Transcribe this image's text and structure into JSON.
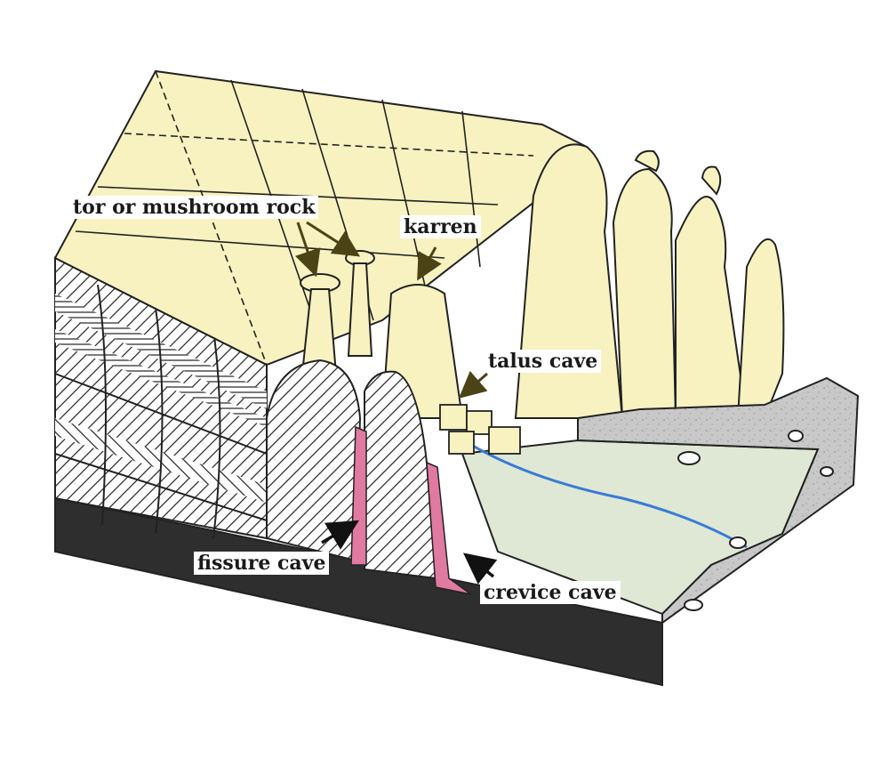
{
  "labels": {
    "tor": "tor or mushroom rock",
    "karren": "karren",
    "talus": "talus cave",
    "fissure": "fissure cave",
    "crevice": "crevice cave"
  },
  "colors": {
    "limestone": "#f7f2c0",
    "bedrock": "#2e2e2e",
    "cave_fill": "#e07aa0",
    "valley_floor": "#dfe8d5",
    "scree": "#c8c8c8",
    "stream": "#3a7bd5",
    "arrow_olive": "#4b4216",
    "outline": "#222222"
  }
}
